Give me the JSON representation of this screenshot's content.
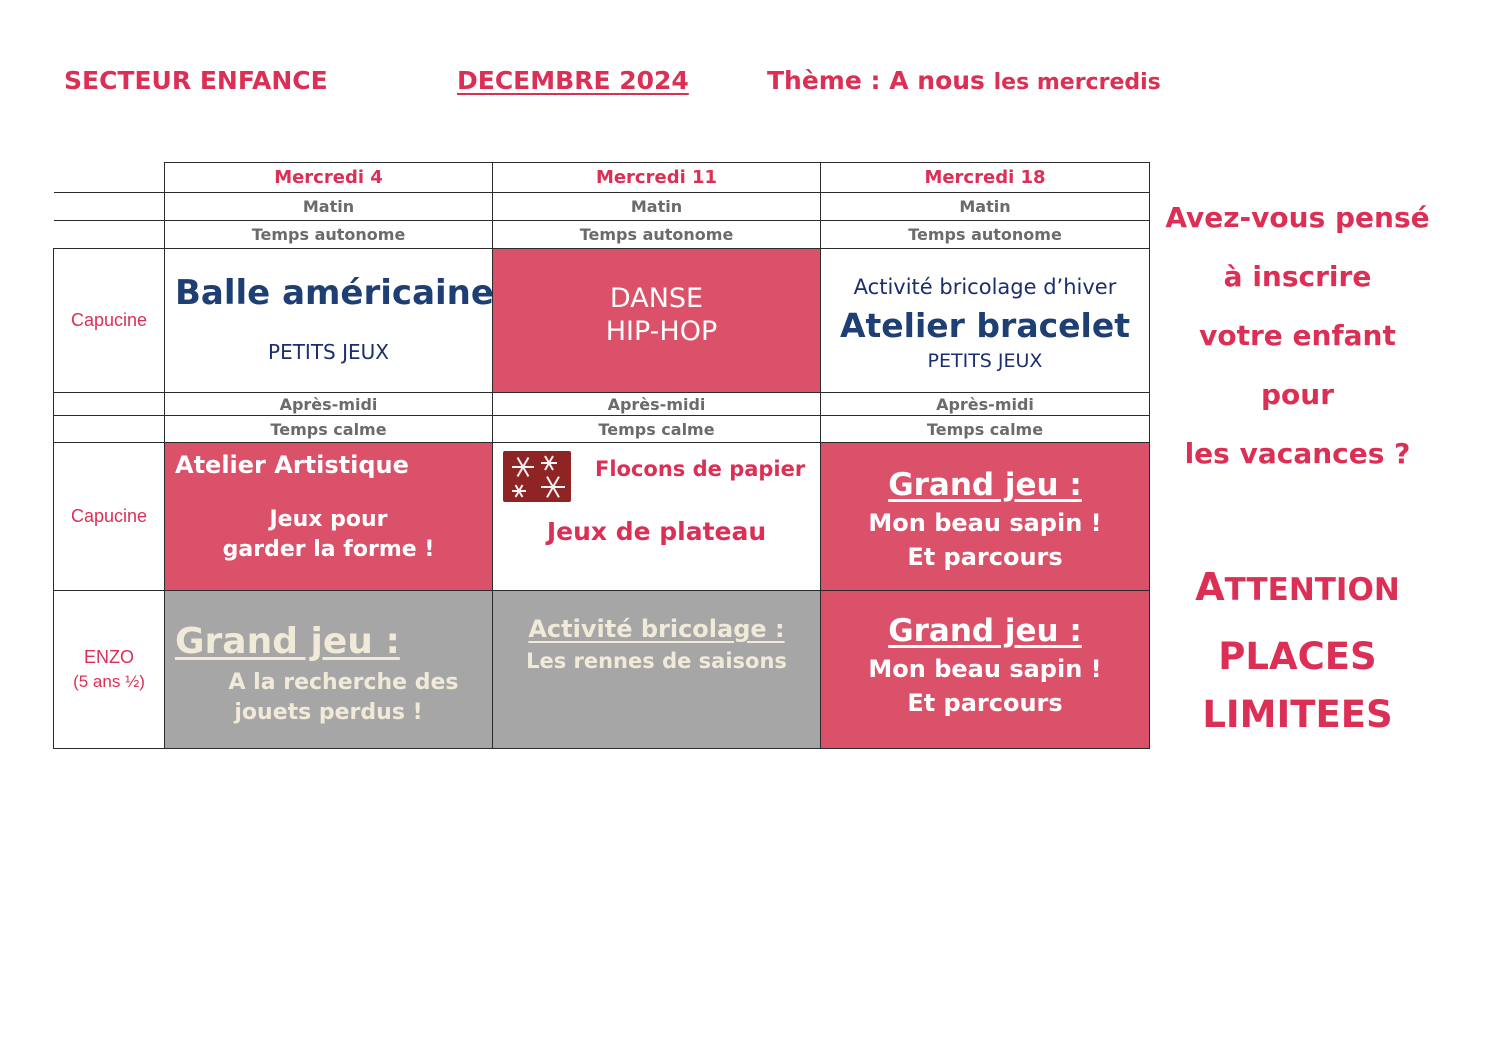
{
  "header": {
    "sector": "SECTEUR ENFANCE",
    "month": "DECEMBRE 2024",
    "theme_prefix": "Thème : A nous",
    "theme_suffix": "les mercredis"
  },
  "days": [
    "Mercredi 4",
    "Mercredi 11",
    "Mercredi 18"
  ],
  "periods": {
    "morning": "Matin",
    "morning_sub": "Temps autonome",
    "afternoon": "Après-midi",
    "afternoon_sub": "Temps calme"
  },
  "groups": {
    "capucine": "Capucine",
    "enzo": "ENZO",
    "enzo_age": "(5 ans ½)"
  },
  "morning": {
    "d4_title": "Balle américaine",
    "d4_sub": "PETITS JEUX",
    "d11_line1": "DANSE",
    "d11_line2": "HIP-HOP",
    "d18_line1": "Activité bricolage d’hiver",
    "d18_line2": "Atelier bracelet",
    "d18_line3": "PETITS JEUX"
  },
  "afternoon_capucine": {
    "d4_title": "Atelier Artistique",
    "d4_line1": "Jeux pour",
    "d4_line2": "garder la forme !",
    "d11_line1": "Flocons de papier",
    "d11_line2": "Jeux de plateau",
    "d18_title": "Grand jeu :",
    "d18_line1": "Mon beau sapin !",
    "d18_line2": "Et parcours"
  },
  "afternoon_enzo": {
    "d4_title": "Grand jeu :",
    "d4_line1": "A la recherche des",
    "d4_line2": "jouets perdus !",
    "d11_title": "Activité bricolage :",
    "d11_line1": "Les rennes de saisons",
    "d18_title": "Grand jeu :",
    "d18_line1": "Mon beau sapin !",
    "d18_line2": "Et parcours"
  },
  "sidebar": {
    "q1": "Avez-vous pensé",
    "q2": "à inscrire",
    "q3": "votre enfant",
    "q4": "pour",
    "q5": "les vacances ?",
    "attention_first": "A",
    "attention_rest": "TTENTION",
    "places": "PLACES",
    "limitees": "LIMITEES"
  },
  "icons": {
    "snowflake_image": "snowflake-picture-icon"
  },
  "colors": {
    "accent": "#dc2f55",
    "cell_red": "#db5169",
    "cell_grey": "#a6a6a6",
    "navy": "#1e3f73"
  }
}
